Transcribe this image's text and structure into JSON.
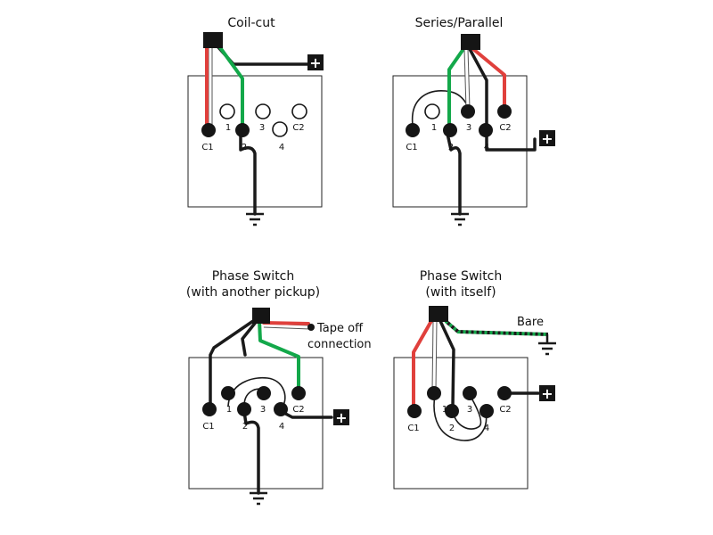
{
  "panels": {
    "coil_cut": {
      "title": "Coil-cut",
      "lugs": {
        "c1": "C1",
        "l1": "1",
        "l2": "2",
        "l3": "3",
        "l4": "4",
        "c2": "C2"
      },
      "plus": "+"
    },
    "series_parallel": {
      "title": "Series/Parallel",
      "lugs": {
        "c1": "C1",
        "l1": "1",
        "l2": "2",
        "l3": "3",
        "l4": "4",
        "c2": "C2"
      },
      "plus": "+"
    },
    "phase_other": {
      "title_line1": "Phase Switch",
      "title_line2": "(with another pickup)",
      "note_line1": "Tape off",
      "note_line2": "connection",
      "lugs": {
        "c1": "C1",
        "l1": "1",
        "l2": "2",
        "l3": "3",
        "l4": "4",
        "c2": "C2"
      },
      "plus": "+"
    },
    "phase_itself": {
      "title_line1": "Phase Switch",
      "title_line2": "(with itself)",
      "bare_label": "Bare",
      "lugs": {
        "c1": "C1",
        "l1": "1",
        "l2": "2",
        "l3": "3",
        "l4": "4",
        "c2": "C2"
      },
      "plus": "+"
    }
  },
  "colors": {
    "black_wire": "#1a1a1a",
    "green_wire": "#13a84a",
    "red_wire": "#e0403c",
    "white_wire": "#ffffff"
  }
}
